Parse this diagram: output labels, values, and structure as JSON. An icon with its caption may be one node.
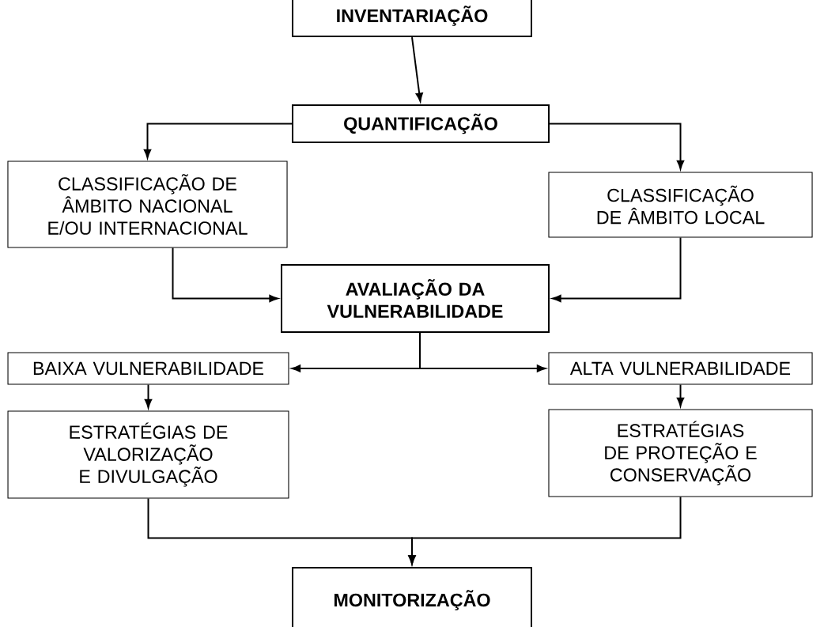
{
  "diagram": {
    "nodes": [
      {
        "text": [
          "INVENTARIAÇÃO"
        ]
      },
      {
        "text": [
          "QUANTIFICAÇÃO"
        ]
      },
      {
        "text": [
          "CLASSIFICAÇÃO DE ÂMBITO NACIONAL E/OU INTERNACIONAL"
        ]
      },
      {
        "text": [
          "CLASSIFICAÇÃO DE ÂMBITO LOCAL"
        ]
      },
      {
        "text": [
          "AVALIAÇÃO DA VULNERABILIDADE"
        ]
      },
      {
        "text": [
          "BAIXA VULNERABILIDADE"
        ]
      },
      {
        "text": [
          "ALTA VULNERABILIDADE"
        ]
      },
      {
        "text": [
          "ESTRATÉGIAS DE VALORIZAÇÃO E DIVULGAÇÃO"
        ]
      },
      {
        "text": [
          "ESTRATÉGIAS DE PROTEÇÃO E CONSERVAÇÃO"
        ]
      },
      {
        "text": [
          "MONITORIZAÇÃO"
        ]
      }
    ],
    "edges": [
      {
        "from": 0,
        "to": 1,
        "arrow": "to"
      },
      {
        "from": 1,
        "to": 2,
        "arrow": "to"
      },
      {
        "from": 1,
        "to": 3,
        "arrow": "to"
      },
      {
        "from": 2,
        "to": 4,
        "arrow": "to"
      },
      {
        "from": 3,
        "to": 4,
        "arrow": "to"
      },
      {
        "from": 4,
        "to": 5,
        "arrow": "to"
      },
      {
        "from": 4,
        "to": 6,
        "arrow": "to"
      },
      {
        "from": 5,
        "to": 7,
        "arrow": "to"
      },
      {
        "from": 6,
        "to": 8,
        "arrow": "to"
      },
      {
        "from": 7,
        "to": 9,
        "arrow": "to"
      },
      {
        "from": 8,
        "to": 9,
        "arrow": "to"
      }
    ]
  }
}
